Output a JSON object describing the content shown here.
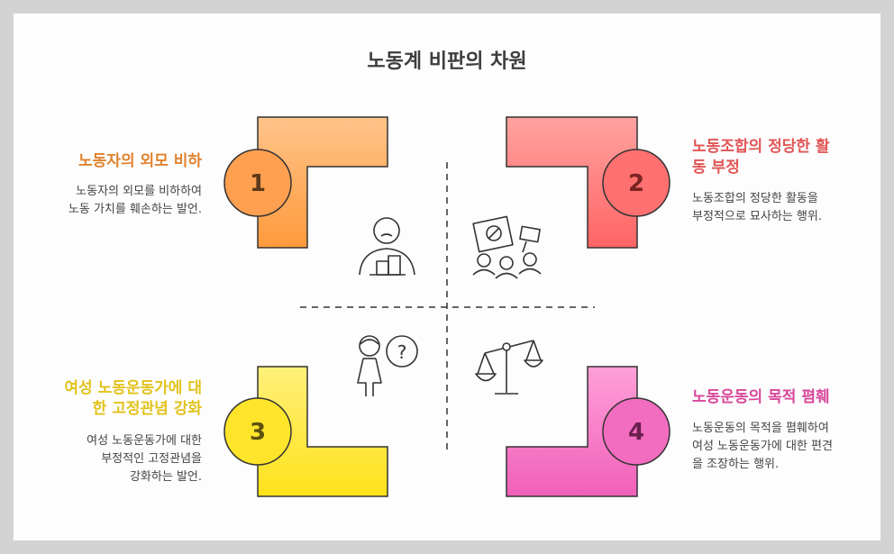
{
  "title": "노동계 비판의 차원",
  "quadrants": [
    {
      "number": "1",
      "heading": "노동자의 외모 비하",
      "desc_lines": [
        "노동자의 외모를 비하하여",
        "노동 가치를 훼손하는 발언."
      ],
      "color": "#e0822e"
    },
    {
      "number": "2",
      "heading_lines": [
        "노동조합의 정당한 활",
        "동 부정"
      ],
      "desc_lines": [
        "노동조합의 정당한 활동을",
        "부정적으로 묘사하는 행위."
      ],
      "color": "#e05555"
    },
    {
      "number": "3",
      "heading_lines": [
        "여성 노동운동가에 대",
        "한 고정관념 강화"
      ],
      "desc_lines": [
        "여성 노동운동가에 대한",
        "부정적인 고정관념을",
        "강화하는 발언."
      ],
      "color": "#e2c21a"
    },
    {
      "number": "4",
      "heading": "노동운동의 목적 폄훼",
      "desc_lines": [
        "노동운동의 목적을 폄훼하여",
        "여성 노동운동가에 대한 편견",
        "을 조장하는 행위."
      ],
      "color": "#d8489a"
    }
  ],
  "icons": [
    "person-at-desk-icon",
    "protest-group-icon",
    "woman-question-icon",
    "balance-scale-icon"
  ]
}
